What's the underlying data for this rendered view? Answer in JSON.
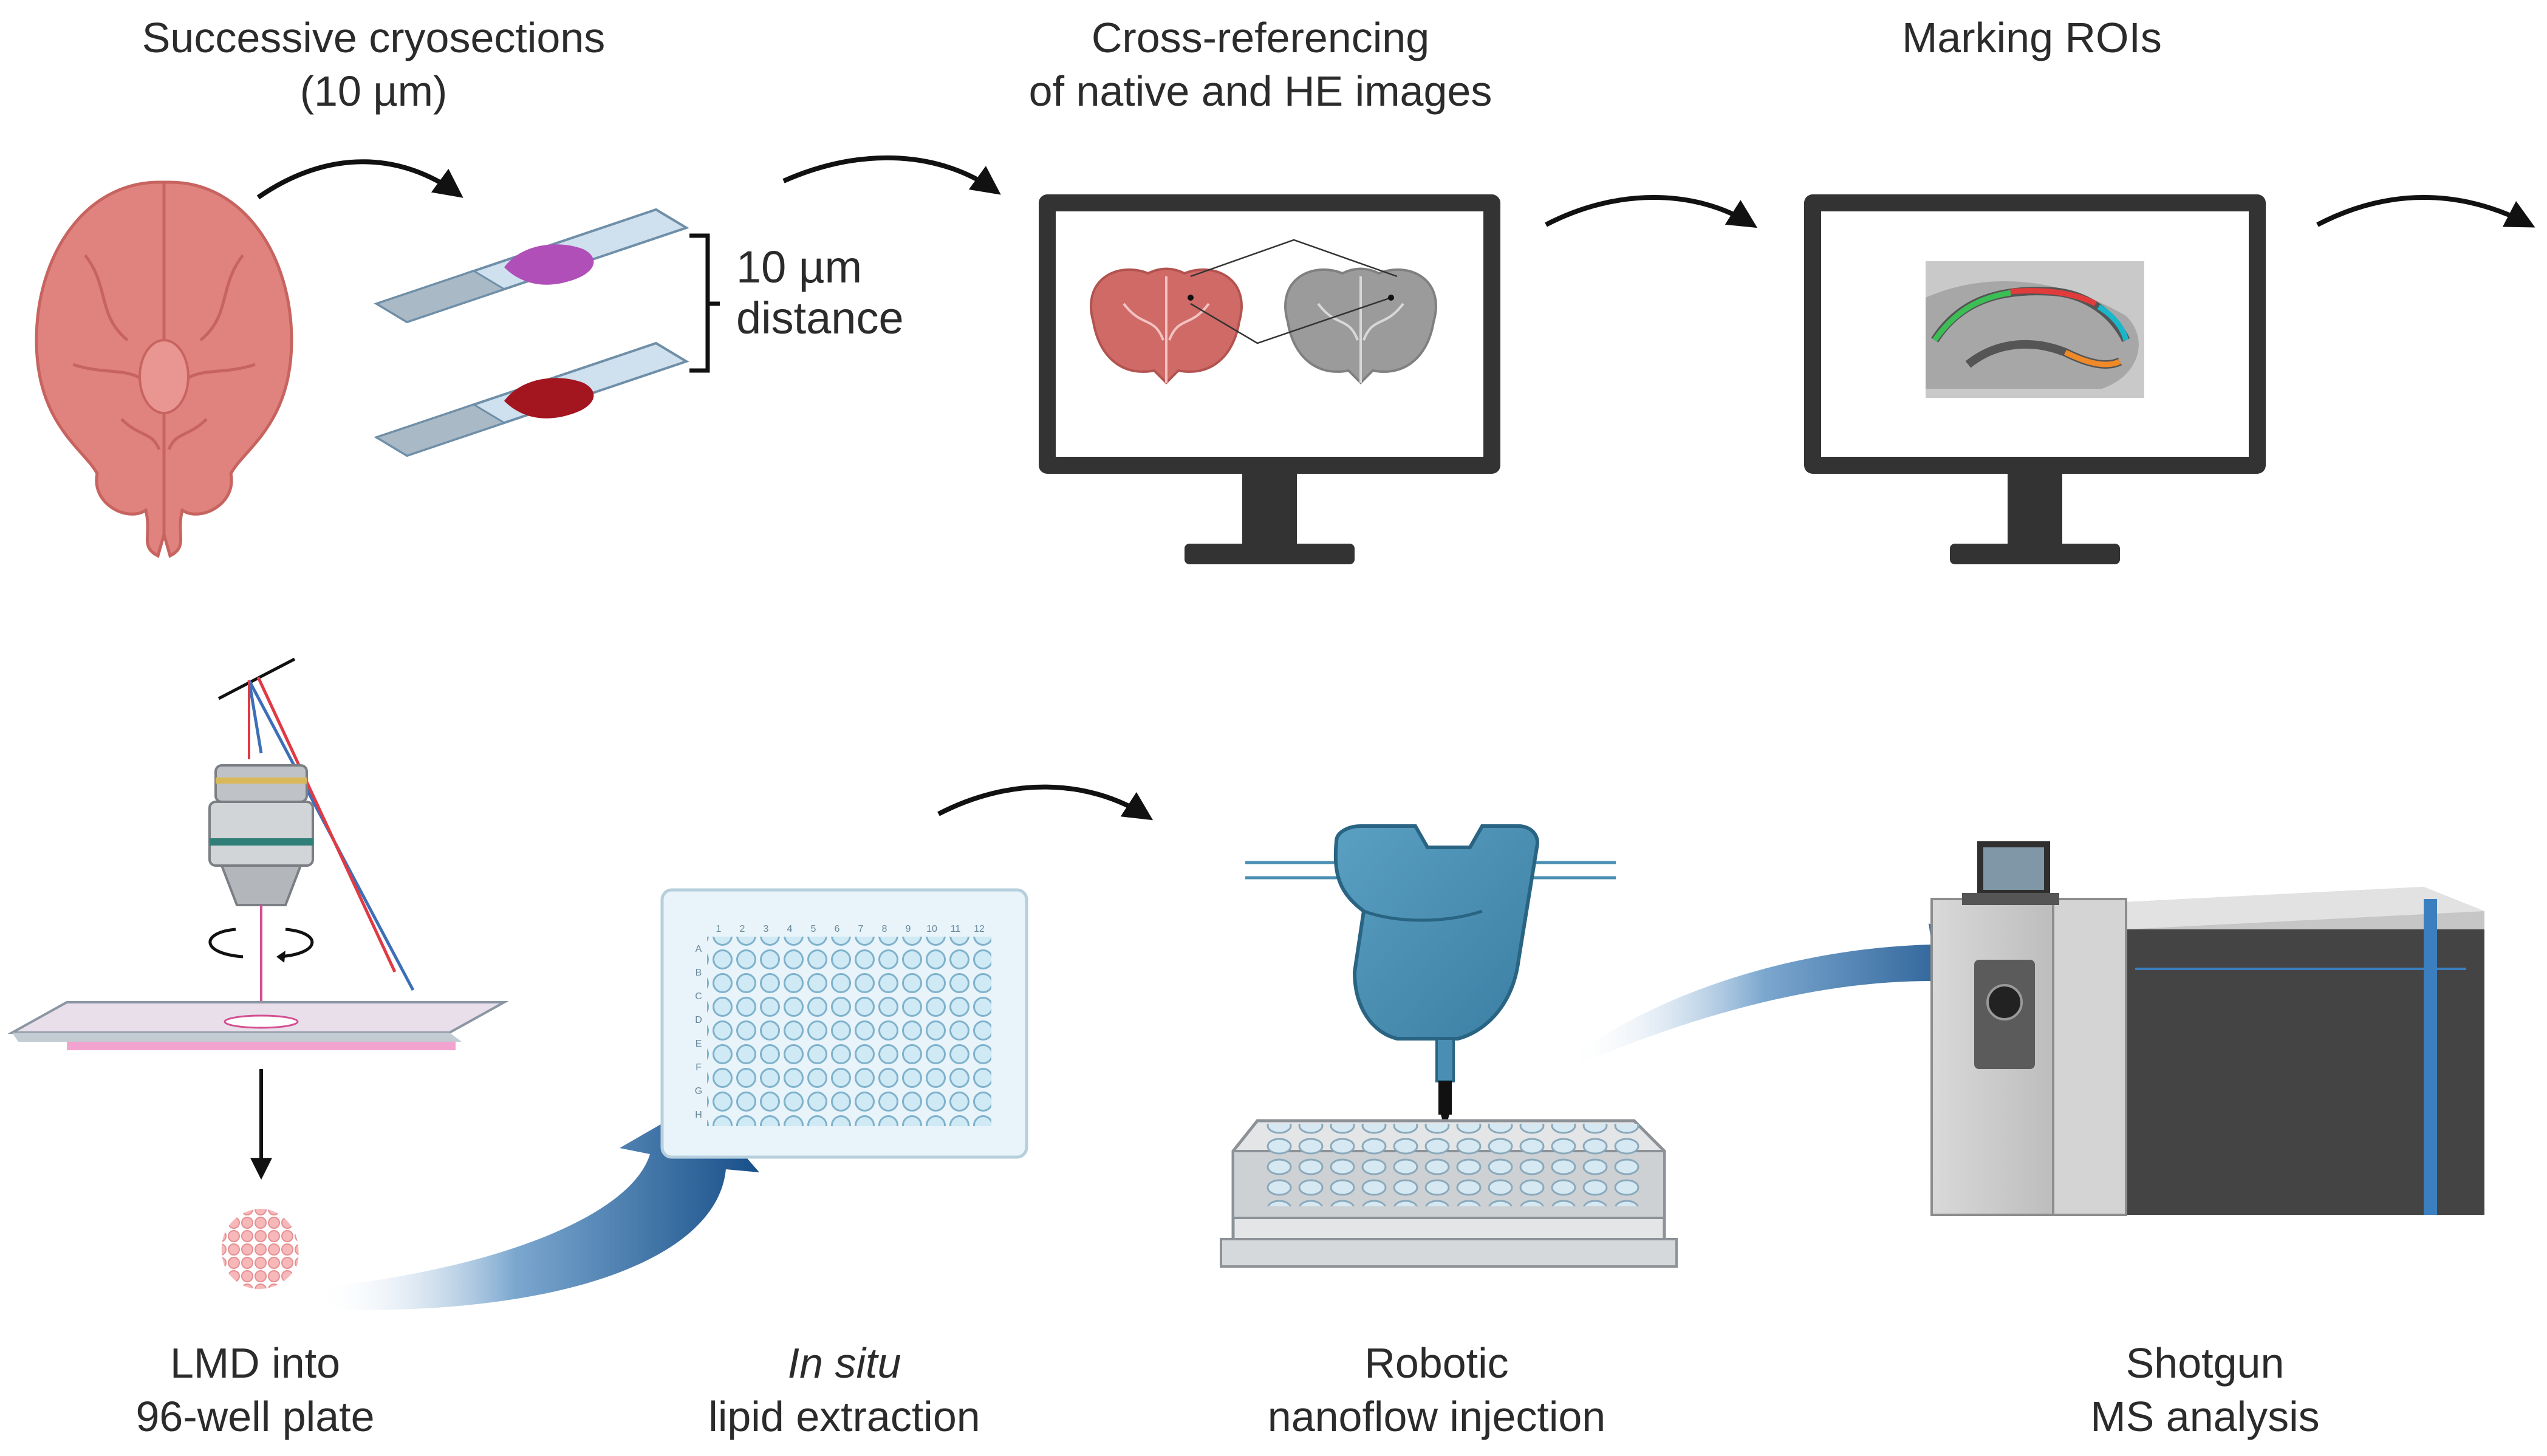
{
  "labels": {
    "step1": {
      "line1": "Successive cryosections",
      "line2": "(10 µm)"
    },
    "step2": {
      "line1": "Cross-referencing",
      "line2": "of native and HE images"
    },
    "step3": {
      "line1": "Marking ROIs"
    },
    "step4": {
      "line1": "LMD into",
      "line2": "96-well plate"
    },
    "step5": {
      "line1": "In situ",
      "line2": "lipid extraction"
    },
    "step6": {
      "line1": "Robotic",
      "line2": "nanoflow injection"
    },
    "step7": {
      "line1": "Shotgun",
      "line2": "MS analysis"
    },
    "distance": {
      "line1": "10 µm",
      "line2": "distance"
    }
  },
  "plate": {
    "columns": [
      "1",
      "2",
      "3",
      "4",
      "5",
      "6",
      "7",
      "8",
      "9",
      "10",
      "11",
      "12"
    ],
    "rows": [
      "A",
      "B",
      "C",
      "D",
      "E",
      "F",
      "G",
      "H"
    ]
  },
  "colors": {
    "brain": "#e0837f",
    "brain_dark": "#c86460",
    "native_section": "#cf6a67",
    "he_section": "#9b9b9b",
    "purple_tissue": "#b04fb8",
    "red_tissue": "#a3151f",
    "monitor": "#333333",
    "well_fill": "#cfe9f5",
    "robot_blue": "#4a8fb3",
    "arrow_blue": "#1f5b94",
    "roi_green": "#3bbf55",
    "roi_red": "#e23b3b",
    "roi_cyan": "#19b7c9",
    "roi_orange": "#f08a28"
  }
}
